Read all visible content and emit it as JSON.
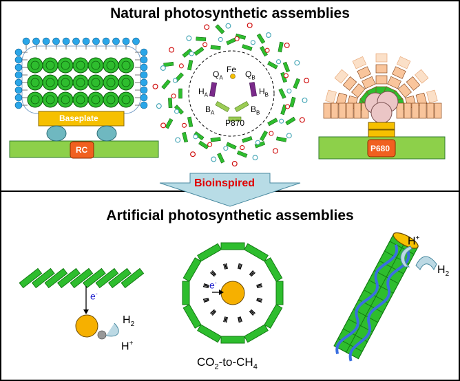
{
  "top_panel": {
    "title": "Natural photosynthetic assemblies",
    "chlorosome": {
      "baseplate_label": "Baseplate",
      "rc_label": "RC"
    },
    "purple_bacteria": {
      "fe": "Fe",
      "qa": "Q",
      "qa_sub": "A",
      "qb": "Q",
      "qb_sub": "B",
      "ha": "H",
      "ha_sub": "A",
      "hb": "H",
      "hb_sub": "B",
      "ba": "B",
      "ba_sub": "A",
      "bb": "B",
      "bb_sub": "B",
      "p870": "P870"
    },
    "psii": {
      "p680_label": "P680"
    }
  },
  "arrow": {
    "label": "Bioinspired"
  },
  "bottom_panel": {
    "title": "Artificial photosynthetic assemblies",
    "linear": {
      "electron": "e",
      "electron_sup": "-",
      "h2": "H",
      "h2_sub": "2",
      "hplus": "H",
      "hplus_sup": "+"
    },
    "ring": {
      "electron": "e",
      "electron_sup": "-",
      "caption_a": "CO",
      "caption_a_sub": "2",
      "caption_b": "-to-CH",
      "caption_b_sub": "4"
    },
    "tube": {
      "hplus": "H",
      "hplus_sup": "+",
      "h2": "H",
      "h2_sub": "2"
    }
  },
  "colors": {
    "green": "#2ebd2e",
    "green_dark": "#137a13",
    "teal": "#5ba8b0",
    "orange_rc": "#f06020",
    "baseplate": "#f6c000",
    "red_label": "#e00000",
    "arrow_fill": "#b8dce6",
    "peach": "#f9c59c",
    "pink": "#ebc6c6",
    "purple": "#7a2a8a",
    "olive": "#9bcc55",
    "lipid_blue": "#2aa6e8",
    "dot_red": "#d01010",
    "dot_teal": "#4aa8b8",
    "tube_blue": "#3a6fe0"
  }
}
